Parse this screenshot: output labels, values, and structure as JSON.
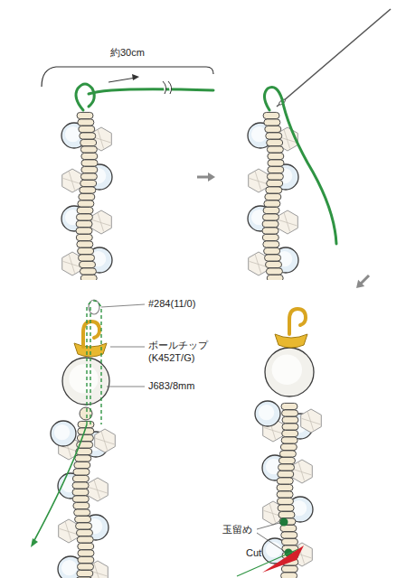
{
  "diagram": {
    "labels": [
      "約30cm",
      "#284(11/0)",
      "ボールチップ (K452T/G)",
      "J683/8mm",
      "玉留め",
      "Cut"
    ]
  }
}
